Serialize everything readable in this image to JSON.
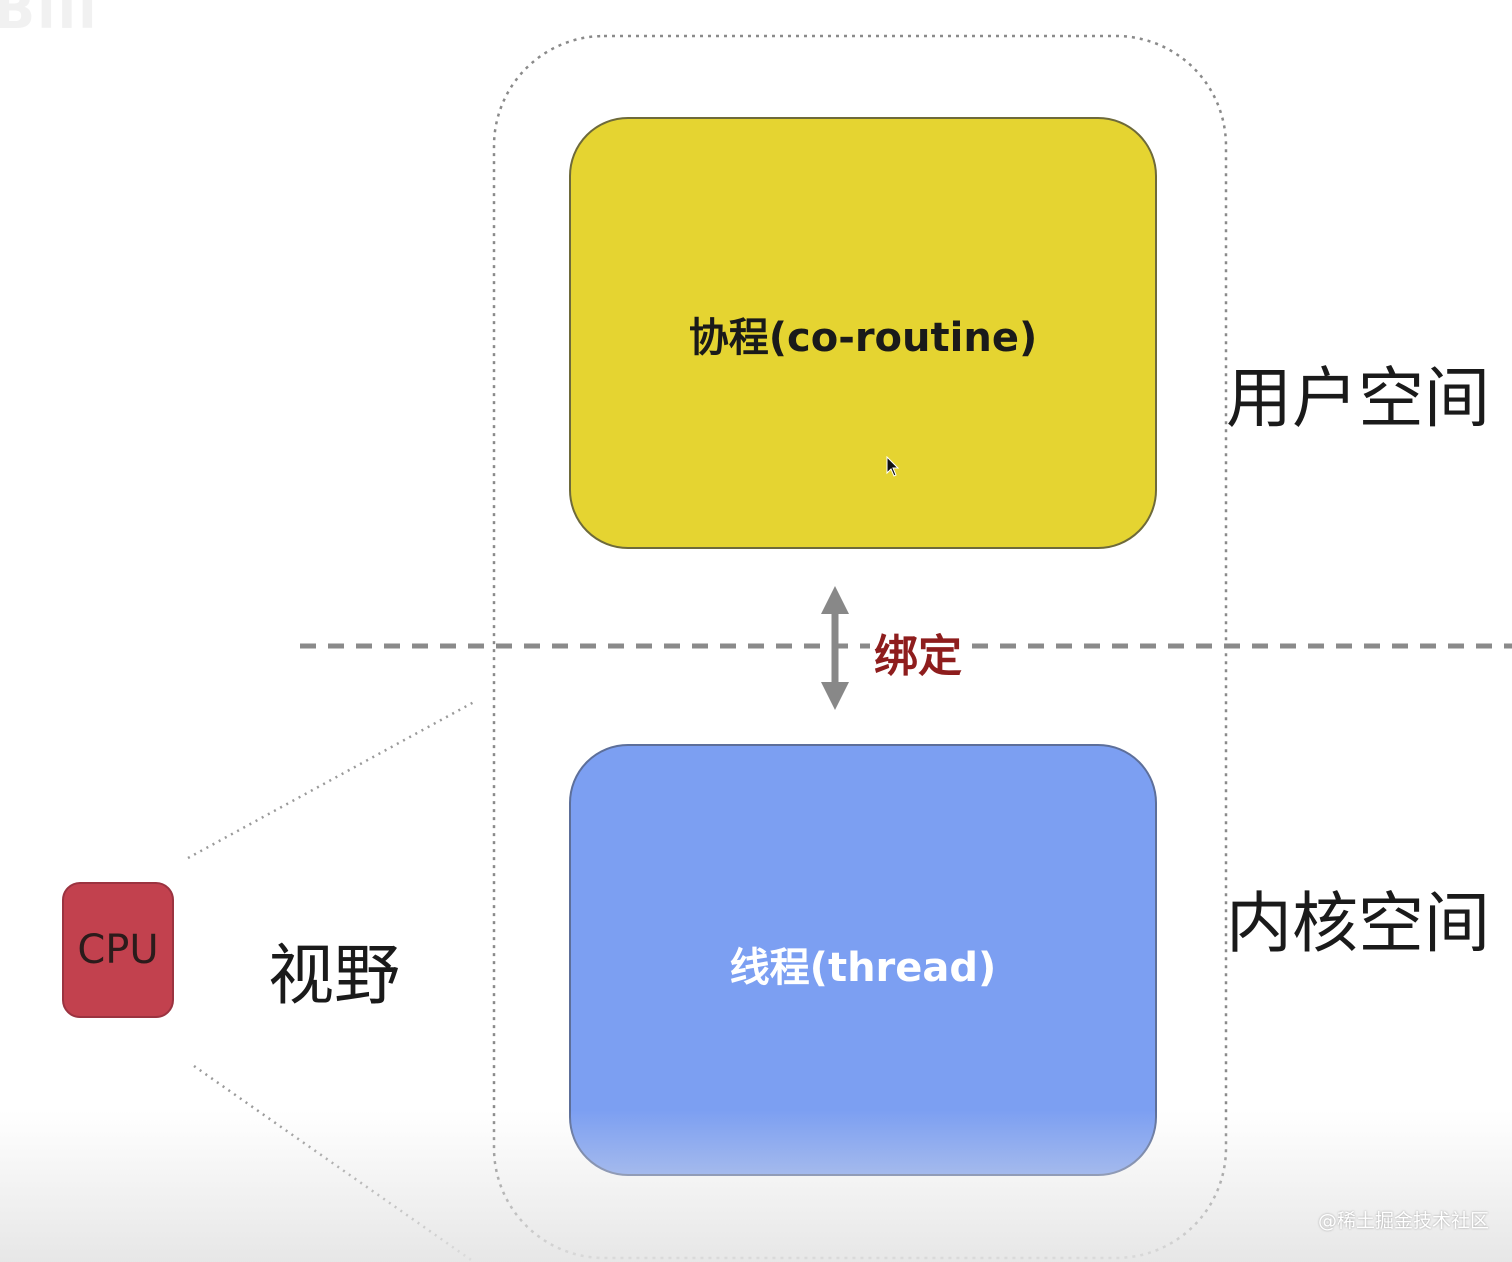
{
  "logo_text": "Bili",
  "diagram": {
    "coroutine_box": {
      "label": "协程(co-routine)",
      "color": "#e5d431"
    },
    "thread_box": {
      "label": "线程(thread)",
      "color": "#7c9ff2"
    },
    "bind_label": "绑定",
    "bind_color": "#8e1d1d",
    "user_space_label": "用户空间",
    "kernel_space_label": "内核空间",
    "view_label": "视野",
    "cpu_label": "CPU",
    "cpu_color": "#c2414e"
  },
  "watermark": "@稀土掘金技术社区",
  "icons": {
    "cursor": "mouse-pointer-icon",
    "bind_arrow": "double-arrow-vertical-icon"
  }
}
